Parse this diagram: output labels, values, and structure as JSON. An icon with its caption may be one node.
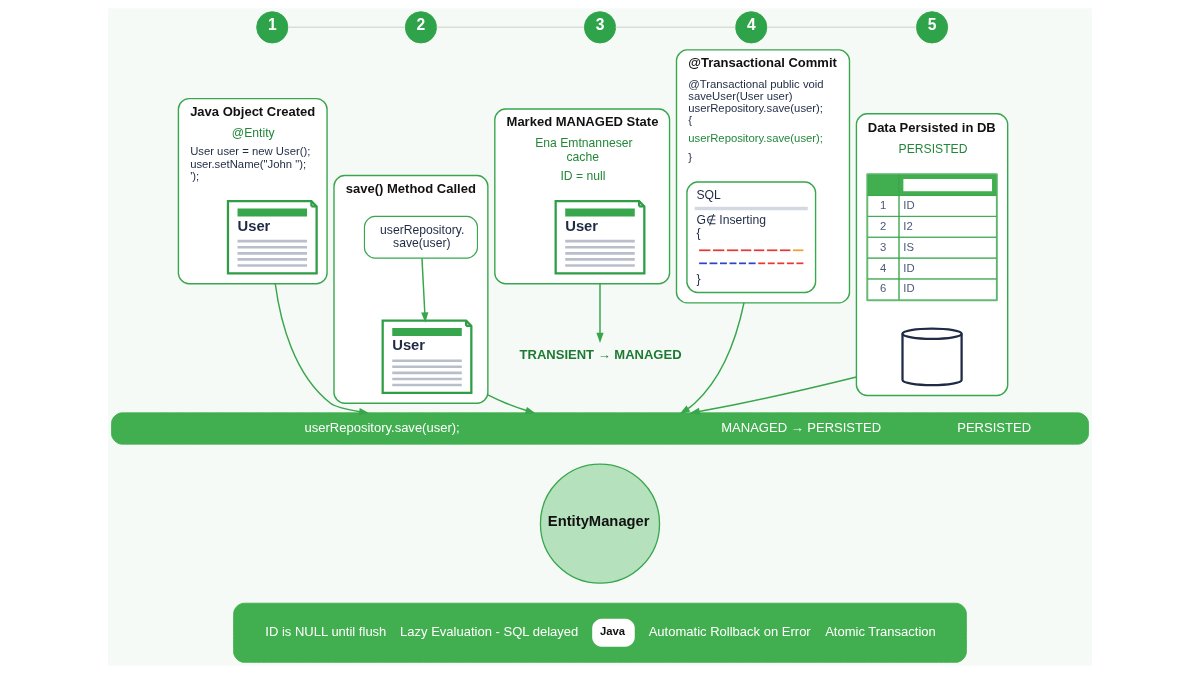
{
  "diagram": {
    "nodes": [
      {
        "text": [
          "1"
        ]
      },
      {
        "text": [
          "2"
        ]
      },
      {
        "text": [
          "3"
        ]
      },
      {
        "text": [
          "4"
        ]
      },
      {
        "text": [
          "5"
        ]
      },
      {
        "text": [
          "Java Object Created",
          "@Entity",
          "User user = new User(); user.setName(\"John \"); ');"
        ]
      },
      {
        "text": [
          "User"
        ],
        "in": 5
      },
      {
        "text": [
          "save() Method Called"
        ]
      },
      {
        "text": [
          "userRepository. save(user)"
        ],
        "in": 7
      },
      {
        "text": [
          "User"
        ],
        "in": 7
      },
      {
        "text": [
          "Marked MANAGED State",
          "Ena Emtnanneser cache",
          "ID = null"
        ]
      },
      {
        "text": [
          "User"
        ],
        "in": 10
      },
      {
        "text": [
          "@Transactional Commit",
          "@Transactional public void saveUser(User user) userRepository.save(user); {",
          "userRepository.save(user);",
          "}"
        ]
      },
      {
        "text": [
          "SQL",
          "G∉ Inserting {",
          "}"
        ],
        "in": 12
      },
      {
        "text": [
          "Data Persisted in DB",
          "PERSISTED"
        ]
      },
      {
        "text": [
          "1",
          "ID",
          "2",
          "I2",
          "3",
          "IS",
          "4",
          "ID",
          "6",
          "ID"
        ],
        "in": 14
      },
      {
        "text": [],
        "shape": "cylinder",
        "in": 14
      },
      {
        "text": [
          "TRANSIENT → MANAGED"
        ]
      },
      {
        "text": [
          "userRepository.save(user);",
          "MANAGED → PERSISTED",
          "PERSISTED"
        ]
      },
      {
        "text": [
          "EntityManager"
        ]
      },
      {
        "text": [
          "ID is NULL until flush",
          "Lazy Evaluation - SQL delayed",
          "Java",
          "Automatic Rollback on Error",
          "Atomic Transaction"
        ]
      }
    ],
    "edges": [
      {
        "from": 0,
        "to": 1,
        "arrow": "none",
        "color": "#d6e0d6"
      },
      {
        "from": 1,
        "to": 2,
        "arrow": "none",
        "color": "#d6e0d6"
      },
      {
        "from": 2,
        "to": 3,
        "arrow": "none",
        "color": "#d6e0d6"
      },
      {
        "from": 3,
        "to": 4,
        "arrow": "none",
        "color": "#d6e0d6"
      },
      {
        "from": 8,
        "to": 9,
        "arrow": "to"
      },
      {
        "from": 5,
        "to": 18,
        "arrow": "to"
      },
      {
        "from": 7,
        "to": 18,
        "arrow": "to"
      },
      {
        "from": 10,
        "to": 17,
        "arrow": "to"
      },
      {
        "from": 12,
        "to": 18,
        "arrow": "to"
      },
      {
        "from": 14,
        "to": 18,
        "arrow": "to"
      }
    ]
  }
}
